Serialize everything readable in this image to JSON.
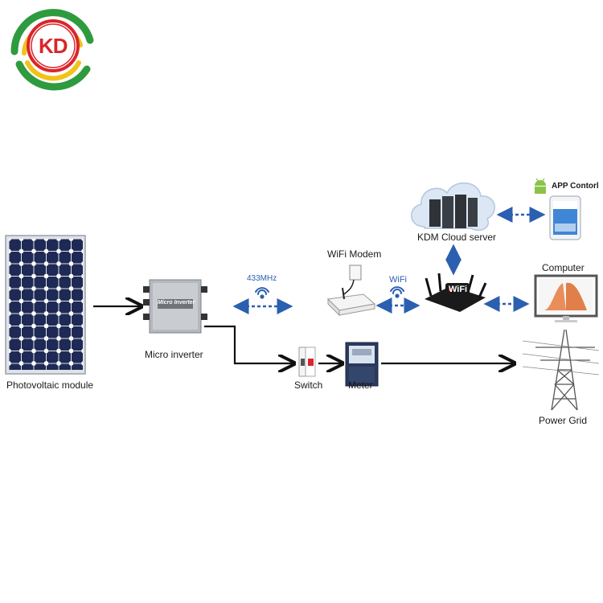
{
  "logo": {
    "text": "KD"
  },
  "nodes": {
    "pv_module": {
      "label": "Photovoltaic module"
    },
    "micro_inverter": {
      "label": "Micro inverter",
      "device_text": "Micro Inverter"
    },
    "rf_link": {
      "label": "433MHz"
    },
    "wifi_modem": {
      "label": "WiFi Modem"
    },
    "wifi_link": {
      "label": "WiFi"
    },
    "router": {
      "device_text": "WiFi"
    },
    "cloud_server": {
      "label": "KDM Cloud server"
    },
    "app_control": {
      "label": "APP Contorl"
    },
    "computer": {
      "label": "Computer"
    },
    "switch": {
      "label": "Switch"
    },
    "meter": {
      "label": "Meter"
    },
    "power_grid": {
      "label": "Power Grid"
    }
  },
  "colors": {
    "data_link": "#2b5fb0",
    "power_link": "#111111",
    "logo_red": "#d9262b",
    "logo_green": "#2e9b3e",
    "logo_yellow": "#f2c21b",
    "panel_cell": "#1e2a55",
    "inverter_body": "#b5b9bf"
  }
}
